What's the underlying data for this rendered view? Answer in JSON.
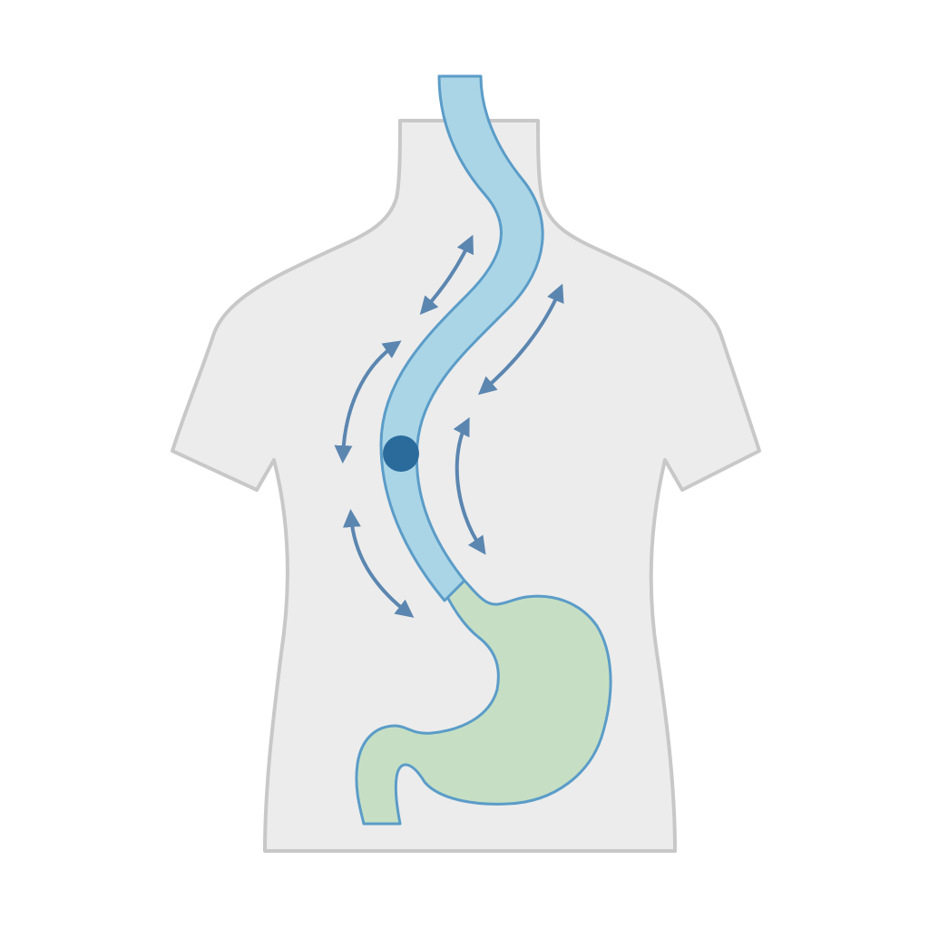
{
  "diagram": {
    "colors": {
      "background": "#ffffff",
      "torso_fill": "#ececec",
      "torso_outline": "#c8c8c8",
      "esophagus_fill": "#a9d5e6",
      "esophagus_outline": "#5b9cc8",
      "stomach_fill": "#c6dfc4",
      "stomach_outline": "#5b9cc8",
      "bolus_fill": "#2b6b9c",
      "arrow_color": "#5b86b0"
    },
    "icons": {
      "body": "torso-silhouette",
      "organ_upper": "esophagus",
      "organ_lower": "stomach",
      "bolus": "food-bolus-dot",
      "motion": "double-headed-curved-arrow"
    }
  }
}
